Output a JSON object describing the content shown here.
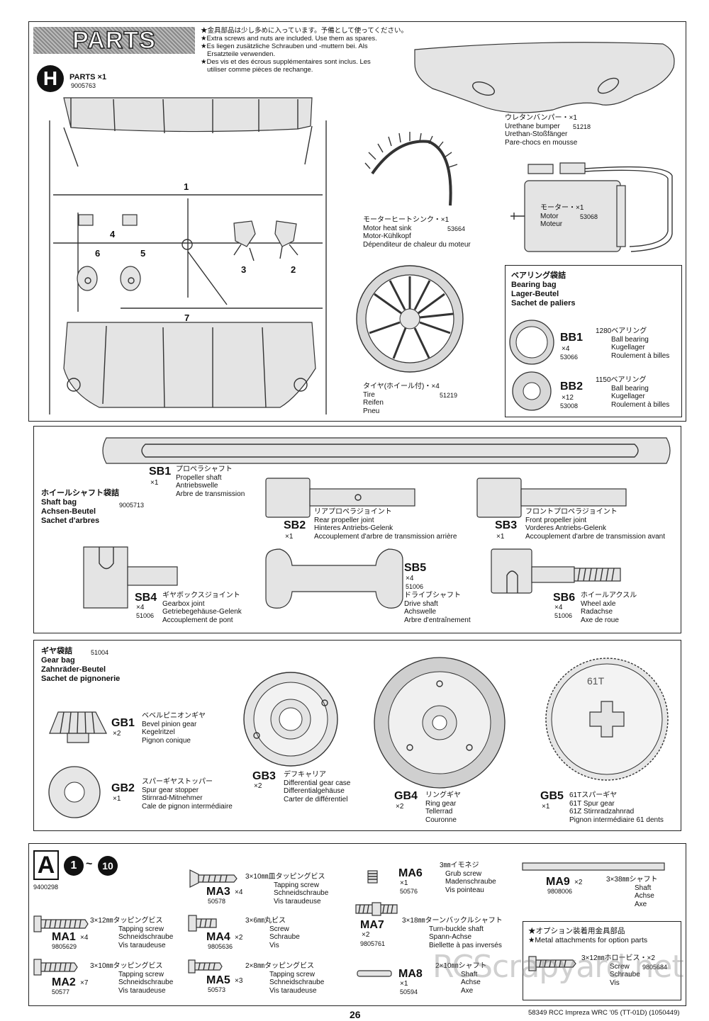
{
  "header": {
    "parts_title": "PARTS",
    "notes": [
      "★金具部品は少し多めに入っています。予備として使ってください。",
      "★Extra screws and nuts are included. Use them as spares.",
      "★Es liegen zusätzliche Schrauben und -muttern bei. Als",
      "Ersatzteile verwenden.",
      "★Des vis et des écrous supplémentaires sont inclus. Les",
      "utiliser comme pièces de rechange."
    ]
  },
  "h_parts": {
    "letter": "H",
    "label": "PARTS ×1",
    "code": "9005763",
    "numbers": [
      "1",
      "4",
      "6",
      "5",
      "3",
      "2",
      "7"
    ]
  },
  "bumper": {
    "lines": [
      "ウレタンバンパー・×1",
      "Urethane bumper",
      "Urethan-Stoßfänger",
      "Pare-chocs en mousse"
    ],
    "code": "51218"
  },
  "heatsink": {
    "lines": [
      "モーターヒートシンク・×1",
      "Motor heat sink",
      "Motor-Kühlkopf",
      "Dépenditeur de chaleur du moteur"
    ],
    "code": "53664"
  },
  "motor": {
    "lines": [
      "モーター・×1",
      "Motor",
      "Moteur"
    ],
    "code": "53068"
  },
  "tire": {
    "lines": [
      "タイヤ(ホイール付)・×4",
      "Tire",
      "Reifen",
      "Pneu"
    ],
    "code": "51219"
  },
  "bearing_bag": {
    "title": [
      "ベアリング袋詰",
      "Bearing bag",
      "Lager-Beutel",
      "Sachet de paliers"
    ],
    "items": [
      {
        "code": "BB1",
        "qty": "×4",
        "num": "53066",
        "lines": [
          "1280ベアリング",
          "Ball bearing",
          "Kugellager",
          "Roulement à billes"
        ]
      },
      {
        "code": "BB2",
        "qty": "×12",
        "num": "53008",
        "lines": [
          "1150ベアリング",
          "Ball bearing",
          "Kugellager",
          "Roulement à billes"
        ]
      }
    ]
  },
  "shaft_bag": {
    "title": [
      "ホイールシャフト袋詰",
      "Shaft bag",
      "Achsen-Beutel",
      "Sachet d'arbres"
    ],
    "code": "9005713",
    "items": [
      {
        "code": "SB1",
        "qty": "×1",
        "num": "",
        "lines": [
          "プロペラシャフト",
          "Propeller shaft",
          "Antriebswelle",
          "Arbre de transmission"
        ]
      },
      {
        "code": "SB2",
        "qty": "×1",
        "num": "",
        "lines": [
          "リアプロペラジョイント",
          "Rear propeller joint",
          "Hinteres Antriebs-Gelenk",
          "Accouplement d'arbre de transmission arrière"
        ]
      },
      {
        "code": "SB3",
        "qty": "×1",
        "num": "",
        "lines": [
          "フロントプロペラジョイント",
          "Front propeller joint",
          "Vorderes Antriebs-Gelenk",
          "Accouplement d'arbre de transmission avant"
        ]
      },
      {
        "code": "SB4",
        "qty": "×4",
        "num": "51006",
        "lines": [
          "ギヤボックスジョイント",
          "Gearbox joint",
          "Getriebegehäuse-Gelenk",
          "Accouplement de pont"
        ]
      },
      {
        "code": "SB5",
        "qty": "×4",
        "num": "51006",
        "lines": [
          "ドライブシャフト",
          "Drive shaft",
          "Achswelle",
          "Arbre d'entraînement"
        ]
      },
      {
        "code": "SB6",
        "qty": "×4",
        "num": "51006",
        "lines": [
          "ホイールアクスル",
          "Wheel axle",
          "Radachse",
          "Axe de roue"
        ]
      }
    ]
  },
  "gear_bag": {
    "title": [
      "ギヤ袋詰",
      "Gear bag",
      "Zahnräder-Beutel",
      "Sachet de pignonerie"
    ],
    "code": "51004",
    "items": [
      {
        "code": "GB1",
        "qty": "×2",
        "lines": [
          "ベベルピニオンギヤ",
          "Bevel pinion gear",
          "Kegelritzel",
          "Pignon conique"
        ]
      },
      {
        "code": "GB2",
        "qty": "×1",
        "lines": [
          "スパーギヤストッパー",
          "Spur gear stopper",
          "Stirnrad-Mitnehmer",
          "Cale de pignon intermédiaire"
        ]
      },
      {
        "code": "GB3",
        "qty": "×2",
        "lines": [
          "デフキャリア",
          "Differential gear case",
          "Differentialgehäuse",
          "Carter de différentiel"
        ]
      },
      {
        "code": "GB4",
        "qty": "×2",
        "lines": [
          "リングギヤ",
          "Ring gear",
          "Tellerrad",
          "Couronne"
        ]
      },
      {
        "code": "GB5",
        "qty": "×1",
        "lines": [
          "61Tスパーギヤ",
          "61T Spur gear",
          "61Z Stirnradzahnrad",
          "Pignon intermédiaire 61 dents"
        ]
      }
    ],
    "spur_label": "61T"
  },
  "bag_a": {
    "letter": "A",
    "step_from": "1",
    "step_tilde": "~",
    "step_to": "10",
    "code": "9400298",
    "items": [
      {
        "code": "MA1",
        "qty": "×4",
        "num": "9805629",
        "lines": [
          "3×12㎜タッピングビス",
          "Tapping screw",
          "Schneidschraube",
          "Vis taraudeuse"
        ]
      },
      {
        "code": "MA2",
        "qty": "×7",
        "num": "50577",
        "lines": [
          "3×10㎜タッピングビス",
          "Tapping screw",
          "Schneidschraube",
          "Vis taraudeuse"
        ]
      },
      {
        "code": "MA3",
        "qty": "×4",
        "num": "50578",
        "lines": [
          "3×10㎜皿タッピングビス",
          "Tapping screw",
          "Schneidschraube",
          "Vis taraudeuse"
        ]
      },
      {
        "code": "MA4",
        "qty": "×2",
        "num": "9805636",
        "lines": [
          "3×6㎜丸ビス",
          "Screw",
          "Schraube",
          "Vis"
        ]
      },
      {
        "code": "MA5",
        "qty": "×3",
        "num": "50573",
        "lines": [
          "2×8㎜タッピングビス",
          "Tapping screw",
          "Schneidschraube",
          "Vis taraudeuse"
        ]
      },
      {
        "code": "MA6",
        "qty": "×1",
        "num": "50576",
        "lines": [
          "3㎜イモネジ",
          "Grub screw",
          "Madenschraube",
          "Vis pointeau"
        ]
      },
      {
        "code": "MA7",
        "qty": "×2",
        "num": "9805761",
        "lines": [
          "3×18㎜ターンバックルシャフト",
          "Turn-buckle shaft",
          "Spann-Achse",
          "Biellette à pas inversés"
        ]
      },
      {
        "code": "MA8",
        "qty": "×1",
        "num": "50594",
        "lines": [
          "2×10㎜シャフト",
          "Shaft",
          "Achse",
          "Axe"
        ]
      },
      {
        "code": "MA9",
        "qty": "×2",
        "num": "9808006",
        "lines": [
          "3×38㎜シャフト",
          "Shaft",
          "Achse",
          "Axe"
        ]
      }
    ],
    "option": {
      "lines": [
        "★オプション装着用金具部品",
        "★Metal attachments for option parts"
      ],
      "screw_lines": [
        "3×12㎜ホロービス・×2",
        "Screw",
        "Schraube",
        "Vis"
      ],
      "code": "9805684"
    }
  },
  "footer": {
    "page": "26",
    "ref": "58349  RCC Impreza WRC '05 (TT-01D) (1050449)",
    "watermark": "RCScrapyard.net"
  }
}
